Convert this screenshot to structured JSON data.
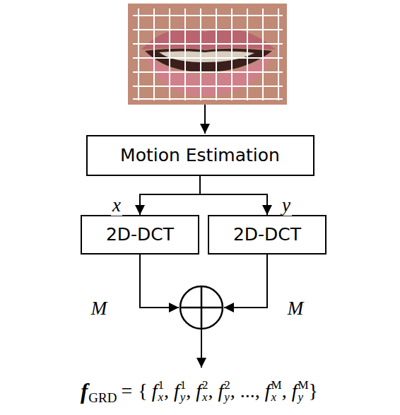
{
  "diagram": {
    "nodes": [
      {
        "text": [
          "Motion Estimation"
        ]
      },
      {
        "text": [
          "2D-DCT"
        ]
      },
      {
        "text": [
          "2D-DCT"
        ]
      }
    ],
    "edges": [
      {
        "from": 0,
        "to": 1,
        "arrow": "to",
        "label": "x"
      },
      {
        "from": 0,
        "to": 2,
        "arrow": "to",
        "label": "y"
      }
    ],
    "labels": [
      "M",
      "M",
      "f",
      "GRD",
      "=",
      "{",
      "f",
      "x",
      "1",
      ",",
      "f",
      "y",
      "1",
      ",",
      "f",
      "x",
      "2",
      ",",
      "f",
      "y",
      "2",
      ",",
      "...",
      ",",
      "f",
      "x",
      "M",
      ",",
      "f",
      "y",
      "M",
      "}"
    ]
  }
}
